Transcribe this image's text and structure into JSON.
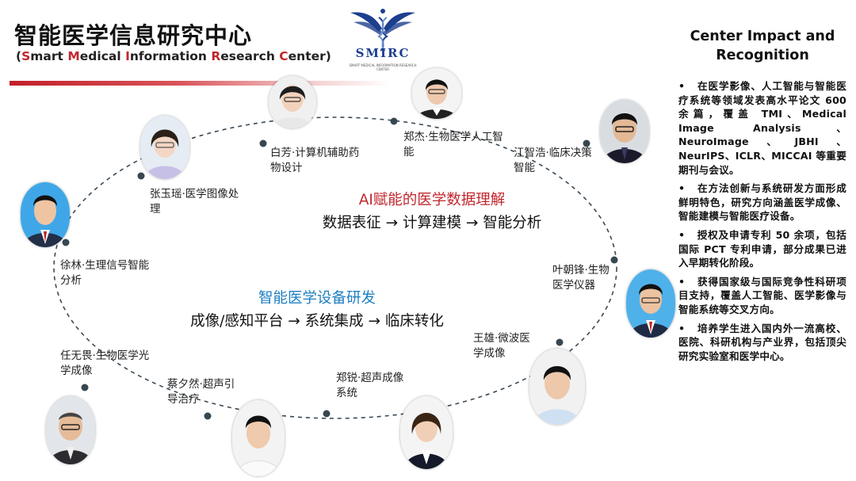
{
  "header": {
    "title_cn": "智能医学信息研究中心",
    "title_en_open": "(",
    "title_en_words": [
      {
        "first": "S",
        "rest": "mart"
      },
      {
        "first": "M",
        "rest": "edical"
      },
      {
        "first": "I",
        "rest": "nformation"
      },
      {
        "first": "R",
        "rest": "esearch"
      },
      {
        "first": "C",
        "rest": "enter"
      }
    ],
    "title_en_close": ")",
    "logo_text": "SMIRC",
    "logo_subtext": "SMART MEDICAL INFORMATION RESEARCH CENTER"
  },
  "center": {
    "top_heading": "AI赋能的医学数据理解",
    "top_flow": "数据表征 → 计算建模 → 智能分析",
    "bottom_heading": "智能医学设备研发",
    "bottom_flow": "成像/感知平台 → 系统集成 → 临床转化"
  },
  "members": [
    {
      "label": "白芳·计算机辅助药物设计"
    },
    {
      "label": "郑杰·生物医学人工智能"
    },
    {
      "label": "江智浩·临床决策智能"
    },
    {
      "label": "张玉瑶·医学图像处理"
    },
    {
      "label": "徐林·生理信号智能分析"
    },
    {
      "label": "叶朝锋·生物医学仪器"
    },
    {
      "label": "王雄·微波医学成像"
    },
    {
      "label": "任无畏·生物医学光学成像"
    },
    {
      "label": "蔡夕然·超声引导治疗"
    },
    {
      "label": "郑锐·超声成像系统"
    }
  ],
  "sidebar": {
    "title": "Center Impact and Recognition",
    "bullet": "•",
    "items": [
      "在医学影像、人工智能与智能医疗系统等领域发表高水平论文 600 余篇，覆盖 TMI、Medical Image Analysis、NeuroImage、JBHI、NeurIPS、ICLR、MICCAI 等重要期刊与会议。",
      "在方法创新与系统研发方面形成鲜明特色，研究方向涵盖医学成像、智能建模与智能医疗设备。",
      "授权及申请专利 50 余项，包括国际 PCT 专利申请，部分成果已进入早期转化阶段。",
      "获得国家级与国际竞争性科研项目支持，覆盖人工智能、医学影像与智能系统等交叉方向。",
      "培养学生进入国内外一流高校、医院、科研机构与产业界，包括顶尖研究实验室和医学中心。"
    ]
  },
  "colors": {
    "accent_red": "#c0282e",
    "accent_blue": "#1e7fc2",
    "logo_blue": "#1d3f8f",
    "node_dot": "#37474f"
  }
}
